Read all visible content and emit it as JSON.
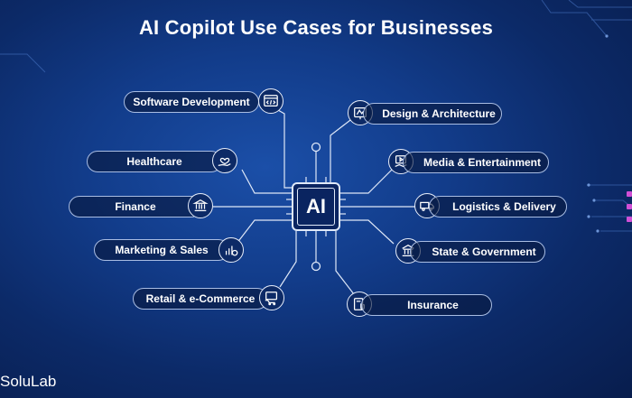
{
  "title": "AI Copilot Use Cases for Businesses",
  "center_label": "AI",
  "brand": "SoluLab",
  "use_cases": {
    "software_development": "Software Development",
    "healthcare": "Healthcare",
    "finance": "Finance",
    "marketing_sales": "Marketing & Sales",
    "retail_ecommerce": "Retail & e-Commerce",
    "design_architecture": "Design & Architecture",
    "media_entertainment": "Media & Entertainment",
    "logistics_delivery": "Logistics & Delivery",
    "state_government": "State & Government",
    "insurance": "Insurance"
  },
  "icons": {
    "software_development": "code-window-icon",
    "healthcare": "heart-hand-icon",
    "finance": "bank-icon",
    "marketing_sales": "chart-coin-icon",
    "retail_ecommerce": "shop-cart-icon",
    "design_architecture": "blueprint-icon",
    "media_entertainment": "media-icon",
    "logistics_delivery": "delivery-truck-icon",
    "state_government": "government-building-icon",
    "insurance": "shield-clipboard-icon"
  },
  "colors": {
    "background": "#123c8a",
    "line": "#dfe8f8",
    "accent": "#d14fd6"
  }
}
